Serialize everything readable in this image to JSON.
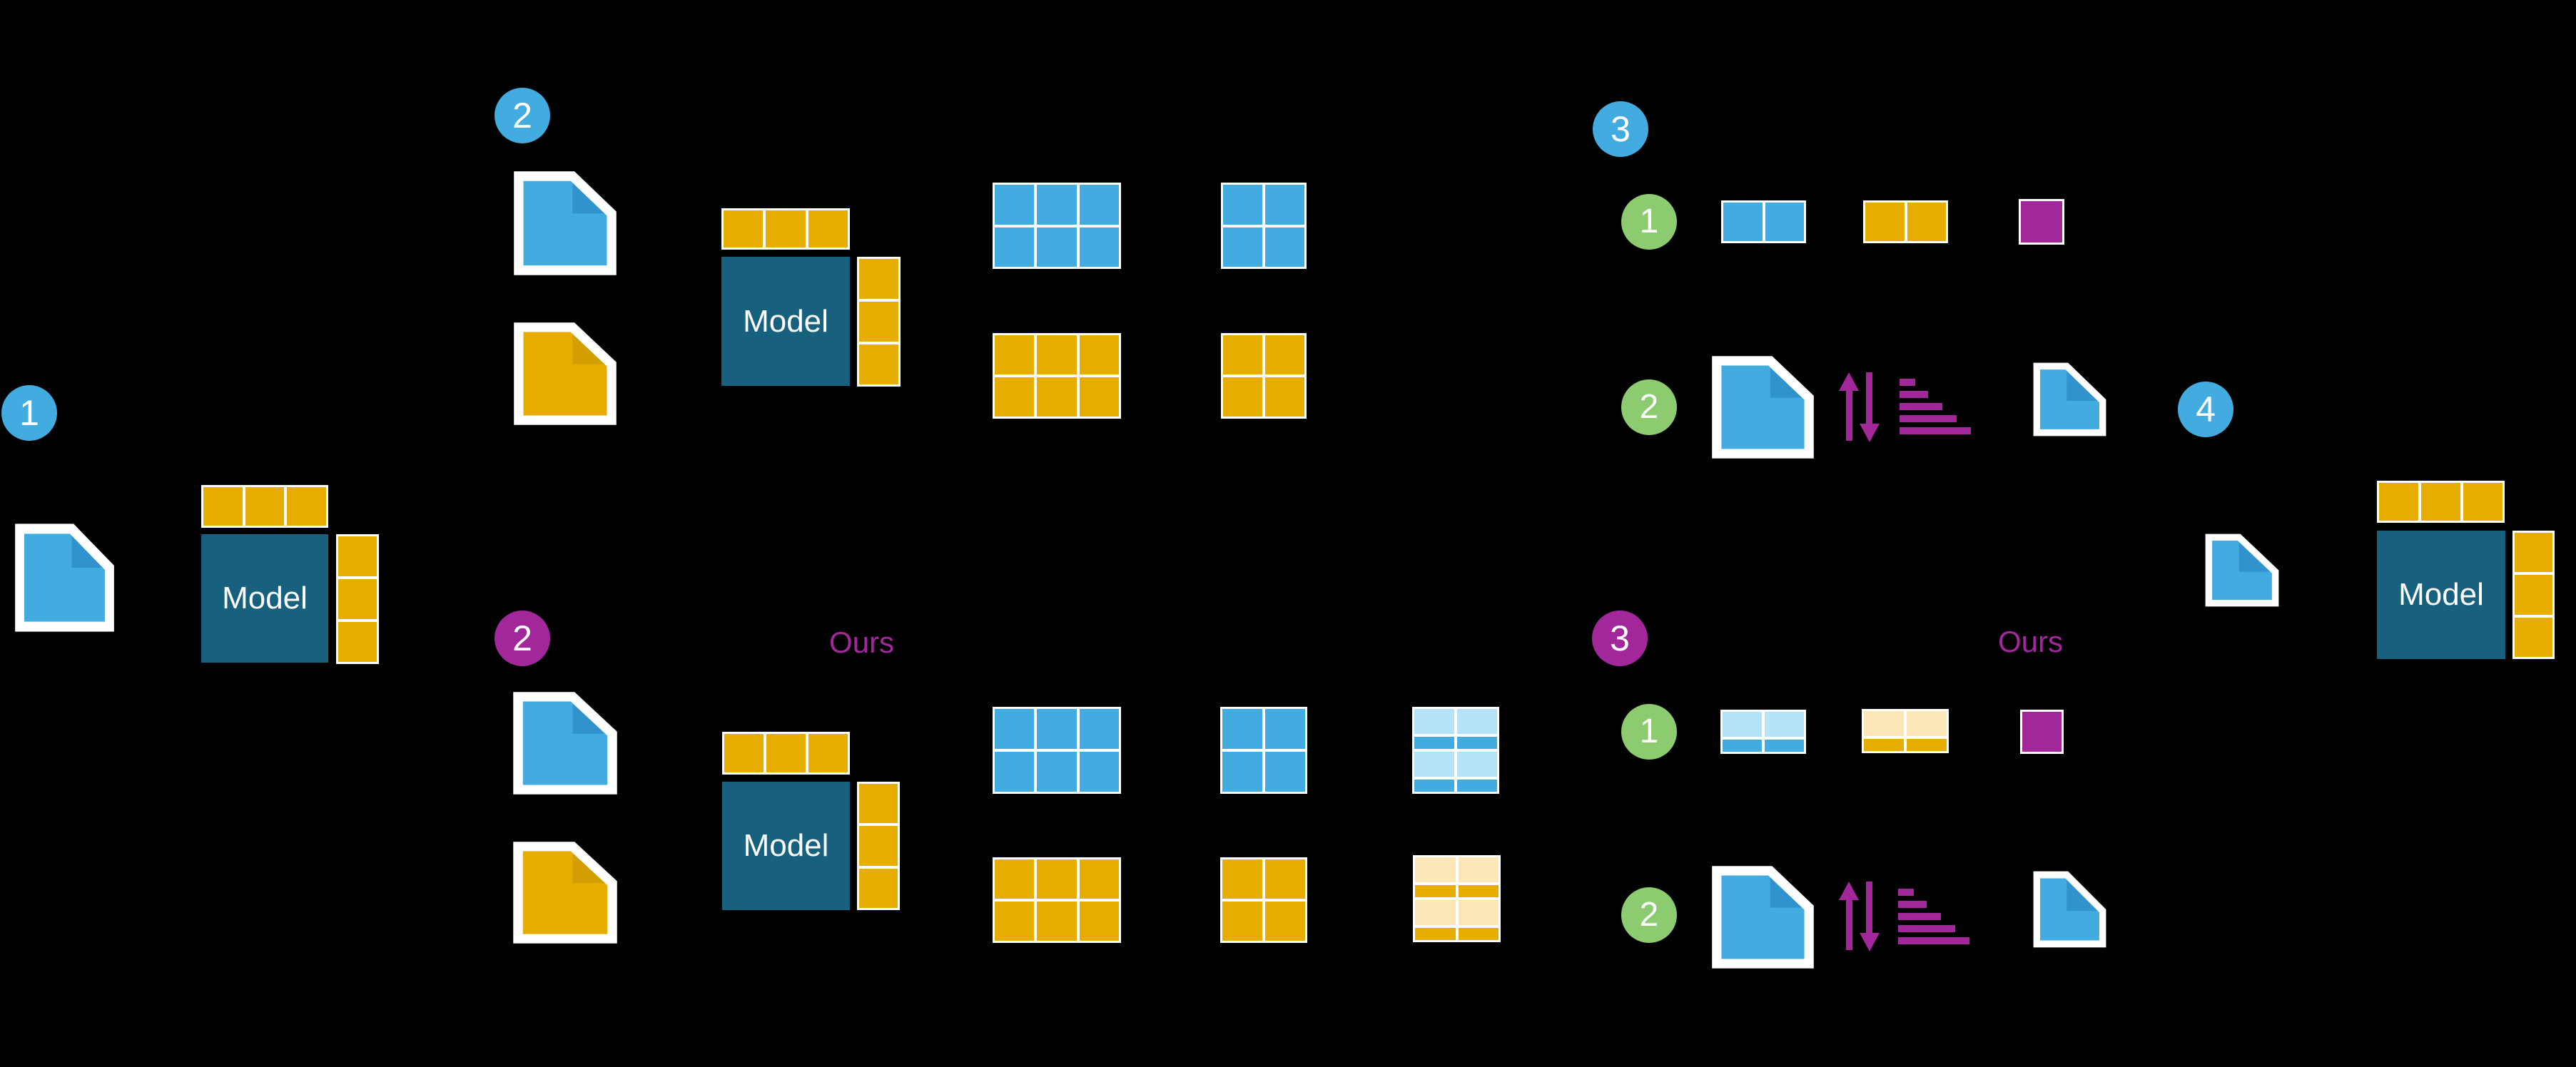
{
  "colors": {
    "background": "#000000",
    "blue": "#42ACE1",
    "blueFlap": "#3093CE",
    "blueLight": "#B5E3FA",
    "gold": "#E6AD00",
    "goldFlap": "#D29E00",
    "goldLight": "#FBE8B6",
    "teal": "#17617F",
    "magenta": "#A1279B",
    "green": "#8DCB70",
    "text_on_dark": "#FFFFFF"
  },
  "labels": {
    "model": "Model"
  },
  "sections": {
    "step1": {
      "badge": "1"
    },
    "step2_standard": {
      "badge": "2"
    },
    "step2_ours": {
      "badge": "2",
      "tag": "Ours"
    },
    "step3_standard": {
      "badge": "3",
      "substep_rank": "1",
      "substep_rewrite": "2"
    },
    "step3_ours": {
      "badge": "3",
      "tag": "Ours",
      "substep_rank": "1",
      "substep_rewrite": "2"
    },
    "step4": {
      "badge": "4"
    }
  },
  "icons": {
    "document": "document-icon",
    "rank_arrows": "sort-up-down-arrows-icon",
    "ranking_bars": "ranking-bars-icon"
  },
  "grids": {
    "goldRow3": {
      "cols": 3,
      "rows": [
        {
          "color": "gold"
        }
      ]
    },
    "goldCol3": {
      "cols": 1,
      "rows": [
        {
          "color": "gold"
        },
        {
          "color": "gold"
        },
        {
          "color": "gold"
        }
      ]
    },
    "blue3x2": {
      "cols": 3,
      "rows": [
        {
          "color": "blue"
        },
        {
          "color": "blue"
        }
      ]
    },
    "blue2x2": {
      "cols": 2,
      "rows": [
        {
          "color": "blue"
        },
        {
          "color": "blue"
        }
      ]
    },
    "gold3x2": {
      "cols": 3,
      "rows": [
        {
          "color": "gold"
        },
        {
          "color": "gold"
        }
      ]
    },
    "gold2x2": {
      "cols": 2,
      "rows": [
        {
          "color": "gold"
        },
        {
          "color": "gold"
        }
      ]
    },
    "blueStriped": {
      "cols": 2,
      "rows": [
        {
          "color": "blueLight",
          "weight": 2.1
        },
        {
          "color": "blue",
          "weight": 1
        },
        {
          "color": "blueLight",
          "weight": 2.1
        },
        {
          "color": "blue",
          "weight": 1
        }
      ]
    },
    "goldStriped": {
      "cols": 2,
      "rows": [
        {
          "color": "goldLight",
          "weight": 2.1
        },
        {
          "color": "gold",
          "weight": 1
        },
        {
          "color": "goldLight",
          "weight": 2.1
        },
        {
          "color": "gold",
          "weight": 1
        }
      ]
    },
    "bluePair": {
      "cols": 2,
      "rows": [
        {
          "color": "blue"
        }
      ]
    },
    "goldPair": {
      "cols": 2,
      "rows": [
        {
          "color": "gold"
        }
      ]
    },
    "magentaCell": {
      "cols": 1,
      "rows": [
        {
          "color": "magenta"
        }
      ]
    },
    "bluePairGrad": {
      "cols": 2,
      "rows": [
        {
          "color": "blueLight",
          "weight": 2
        },
        {
          "color": "blue",
          "weight": 1
        }
      ]
    },
    "goldPairGrad": {
      "cols": 2,
      "rows": [
        {
          "color": "goldLight",
          "weight": 2
        },
        {
          "color": "gold",
          "weight": 1
        }
      ]
    }
  }
}
